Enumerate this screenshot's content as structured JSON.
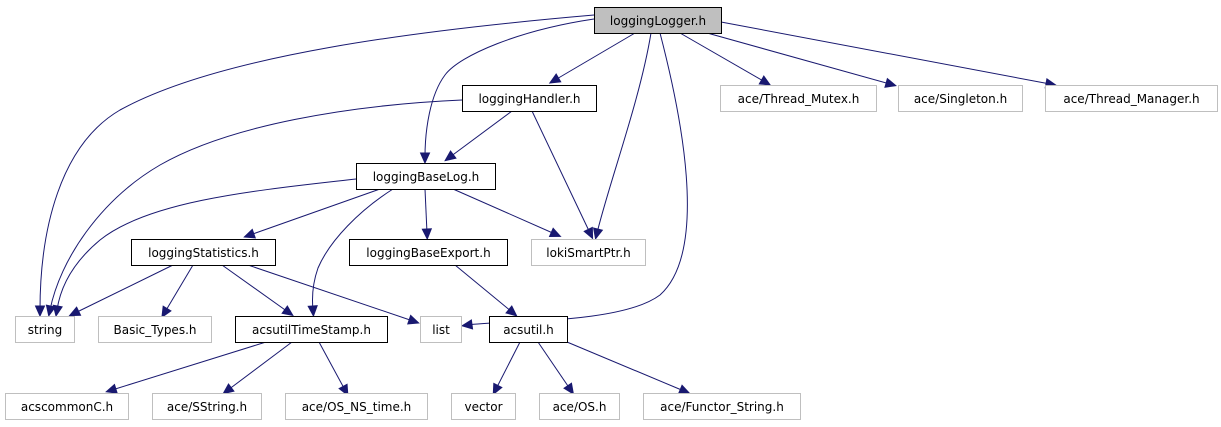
{
  "diagram": {
    "title": "loggingLogger.h",
    "type": "include-dependency-graph",
    "colors": {
      "edge": "#191970",
      "primary_fill": "#bfbfbf",
      "documented_border": "#000000",
      "external_border": "#bfbfbf"
    },
    "nodes": [
      {
        "id": "loggingLogger",
        "label": "loggingLogger.h",
        "kind": "primary"
      },
      {
        "id": "loggingHandler",
        "label": "loggingHandler.h",
        "kind": "documented"
      },
      {
        "id": "threadMutex",
        "label": "ace/Thread_Mutex.h",
        "kind": "external"
      },
      {
        "id": "singleton",
        "label": "ace/Singleton.h",
        "kind": "external"
      },
      {
        "id": "threadManager",
        "label": "ace/Thread_Manager.h",
        "kind": "external"
      },
      {
        "id": "loggingBaseLog",
        "label": "loggingBaseLog.h",
        "kind": "documented"
      },
      {
        "id": "loggingStatistics",
        "label": "loggingStatistics.h",
        "kind": "documented"
      },
      {
        "id": "loggingBaseExport",
        "label": "loggingBaseExport.h",
        "kind": "documented"
      },
      {
        "id": "lokiSmartPtr",
        "label": "lokiSmartPtr.h",
        "kind": "external"
      },
      {
        "id": "string",
        "label": "string",
        "kind": "external"
      },
      {
        "id": "basicTypes",
        "label": "Basic_Types.h",
        "kind": "external"
      },
      {
        "id": "acsutilTimeStamp",
        "label": "acsutilTimeStamp.h",
        "kind": "documented"
      },
      {
        "id": "list",
        "label": "list",
        "kind": "external"
      },
      {
        "id": "acsutil",
        "label": "acsutil.h",
        "kind": "documented"
      },
      {
        "id": "acscommonC",
        "label": "acscommonC.h",
        "kind": "external"
      },
      {
        "id": "sstring",
        "label": "ace/SString.h",
        "kind": "external"
      },
      {
        "id": "osNsTime",
        "label": "ace/OS_NS_time.h",
        "kind": "external"
      },
      {
        "id": "vector",
        "label": "vector",
        "kind": "external"
      },
      {
        "id": "aceOS",
        "label": "ace/OS.h",
        "kind": "external"
      },
      {
        "id": "functorString",
        "label": "ace/Functor_String.h",
        "kind": "external"
      }
    ],
    "edges": [
      {
        "from": "loggingLogger",
        "to": "string"
      },
      {
        "from": "loggingLogger",
        "to": "loggingBaseLog"
      },
      {
        "from": "loggingLogger",
        "to": "loggingHandler"
      },
      {
        "from": "loggingLogger",
        "to": "lokiSmartPtr"
      },
      {
        "from": "loggingLogger",
        "to": "list"
      },
      {
        "from": "loggingLogger",
        "to": "threadMutex"
      },
      {
        "from": "loggingLogger",
        "to": "singleton"
      },
      {
        "from": "loggingLogger",
        "to": "threadManager"
      },
      {
        "from": "loggingHandler",
        "to": "string"
      },
      {
        "from": "loggingHandler",
        "to": "loggingBaseLog"
      },
      {
        "from": "loggingHandler",
        "to": "lokiSmartPtr"
      },
      {
        "from": "loggingBaseLog",
        "to": "string"
      },
      {
        "from": "loggingBaseLog",
        "to": "loggingStatistics"
      },
      {
        "from": "loggingBaseLog",
        "to": "acsutilTimeStamp"
      },
      {
        "from": "loggingBaseLog",
        "to": "loggingBaseExport"
      },
      {
        "from": "loggingBaseLog",
        "to": "lokiSmartPtr"
      },
      {
        "from": "loggingStatistics",
        "to": "string"
      },
      {
        "from": "loggingStatistics",
        "to": "basicTypes"
      },
      {
        "from": "loggingStatistics",
        "to": "acsutilTimeStamp"
      },
      {
        "from": "loggingStatistics",
        "to": "list"
      },
      {
        "from": "loggingBaseExport",
        "to": "acsutil"
      },
      {
        "from": "acsutilTimeStamp",
        "to": "acscommonC"
      },
      {
        "from": "acsutilTimeStamp",
        "to": "sstring"
      },
      {
        "from": "acsutilTimeStamp",
        "to": "osNsTime"
      },
      {
        "from": "acsutil",
        "to": "vector"
      },
      {
        "from": "acsutil",
        "to": "aceOS"
      },
      {
        "from": "acsutil",
        "to": "functorString"
      }
    ]
  }
}
